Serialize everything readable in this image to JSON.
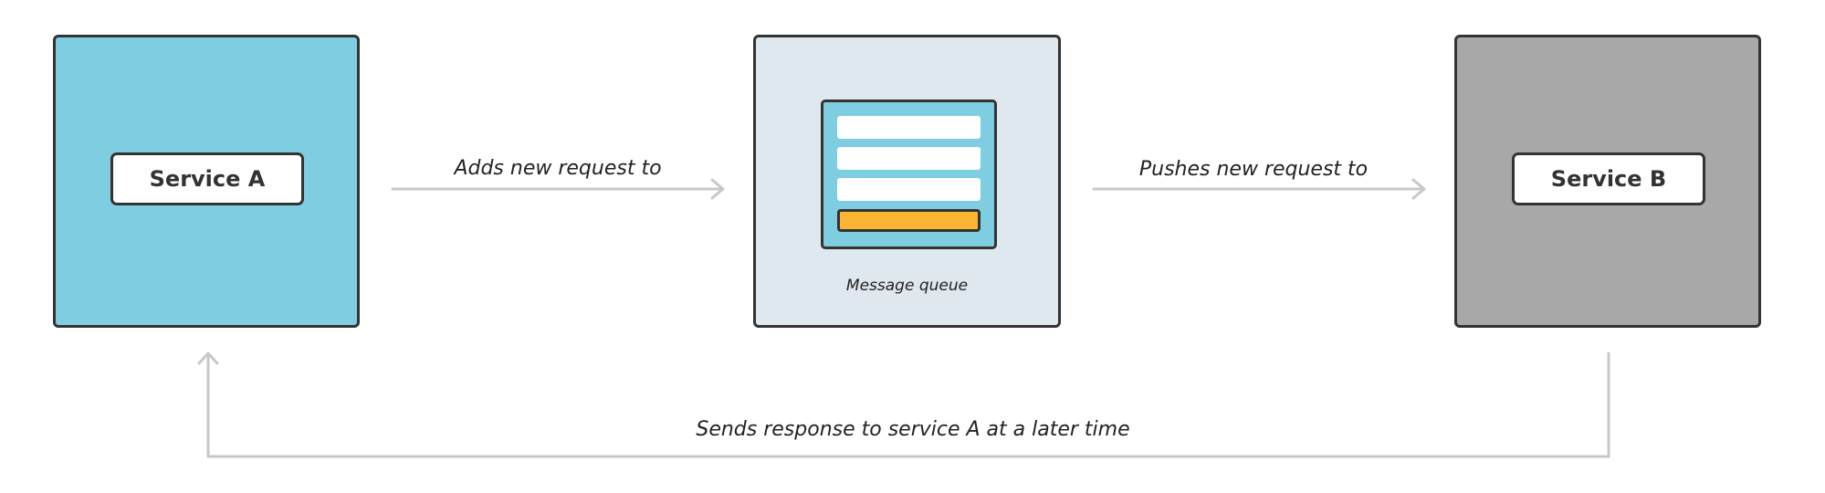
{
  "nodes": {
    "service_a": {
      "label": "Service A"
    },
    "message_queue": {
      "caption": "Message queue"
    },
    "service_b": {
      "label": "Service B"
    }
  },
  "edges": {
    "a_to_queue": "Adds new request to",
    "queue_to_b": "Pushes new request to",
    "b_to_a": "Sends response to service A at a later time"
  },
  "colors": {
    "service_a": "#7ecde0",
    "queue_bg": "#dfe7ef",
    "service_b": "#a8a8a8",
    "queue_item_highlight": "#fbb533",
    "connector": "#c8c8c8",
    "outline": "#333333"
  }
}
